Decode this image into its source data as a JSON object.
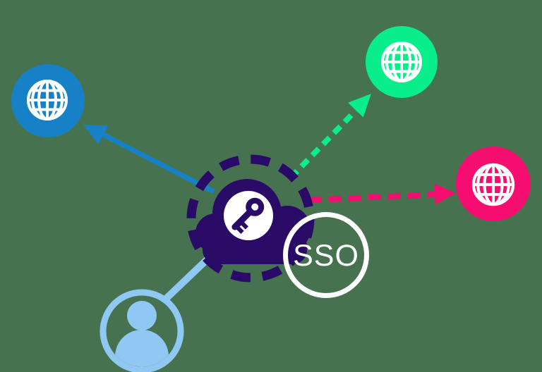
{
  "diagram": {
    "description": "Single sign-on (SSO) concept illustration: central cloud with key behind a dashed circle, SSO badge, one user and three application globes connected by arrows",
    "center": {
      "badge_label": "SSO",
      "cloud_icon": "cloud-icon",
      "key_icon": "key-icon"
    },
    "colors": {
      "background": "#47724F",
      "navy": "#290B67",
      "blue": "#1781C8",
      "green": "#09ED8A",
      "pink": "#F50D6F",
      "lightblue": "#8FC9F3",
      "white": "#FFFFFF"
    },
    "nodes": [
      {
        "id": "app-blue",
        "icon": "globe-icon",
        "color": "#1781C8",
        "connector": "solid-arrow-from-center",
        "position": "left"
      },
      {
        "id": "app-green",
        "icon": "globe-icon",
        "color": "#09ED8A",
        "connector": "dashed-arrow-from-center",
        "position": "top-right"
      },
      {
        "id": "app-pink",
        "icon": "globe-icon",
        "color": "#F50D6F",
        "connector": "dashed-arrow-from-center",
        "position": "right"
      },
      {
        "id": "user",
        "icon": "user-icon",
        "color": "#8FC9F3",
        "connector": "solid-line-to-center",
        "position": "bottom-left"
      }
    ]
  }
}
